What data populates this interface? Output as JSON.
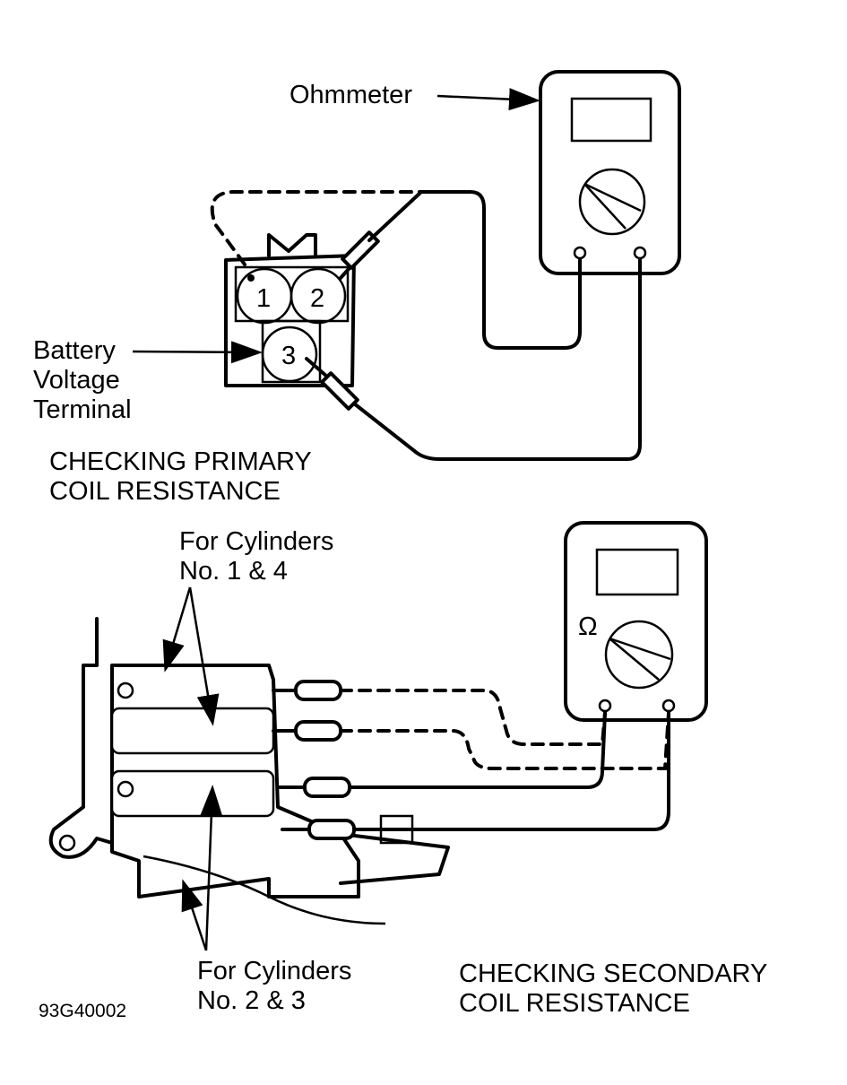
{
  "primary": {
    "ohmmeter_label": "Ohmmeter",
    "terminal_label": [
      "Battery",
      "Voltage",
      "Terminal"
    ],
    "terminals": [
      "1",
      "2",
      "3"
    ],
    "caption": [
      "CHECKING PRIMARY",
      "COIL RESISTANCE"
    ]
  },
  "secondary": {
    "ohm_symbol": "Ω",
    "cyl_14_label": [
      "For Cylinders",
      "No. 1 & 4"
    ],
    "cyl_23_label": [
      "For Cylinders",
      "No. 2 & 3"
    ],
    "caption": [
      "CHECKING SECONDARY",
      "COIL RESISTANCE"
    ]
  },
  "figure_id": "93G40002",
  "colors": {
    "ink": "#000000",
    "paper": "#ffffff"
  }
}
